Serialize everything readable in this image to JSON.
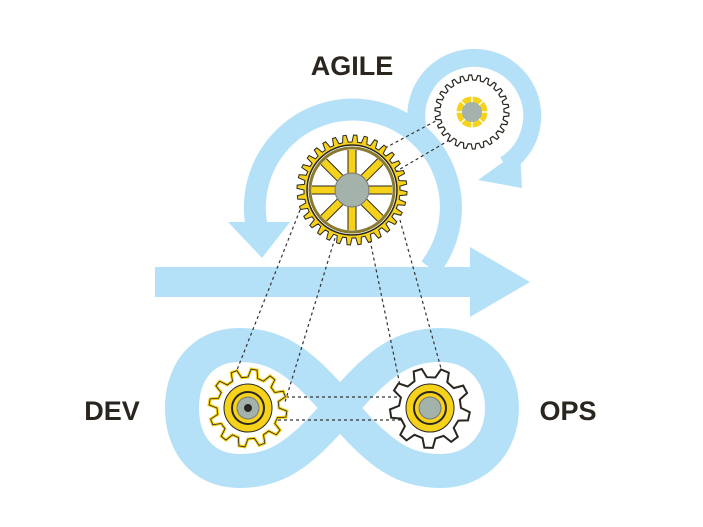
{
  "labels": {
    "agile": "AGILE",
    "dev": "DEV",
    "ops": "OPS"
  },
  "colors": {
    "loop": "#b5e1f8",
    "gear_yellow": "#f7d21a",
    "hub_gray": "#a3b2ab",
    "outline": "#2a261f"
  }
}
